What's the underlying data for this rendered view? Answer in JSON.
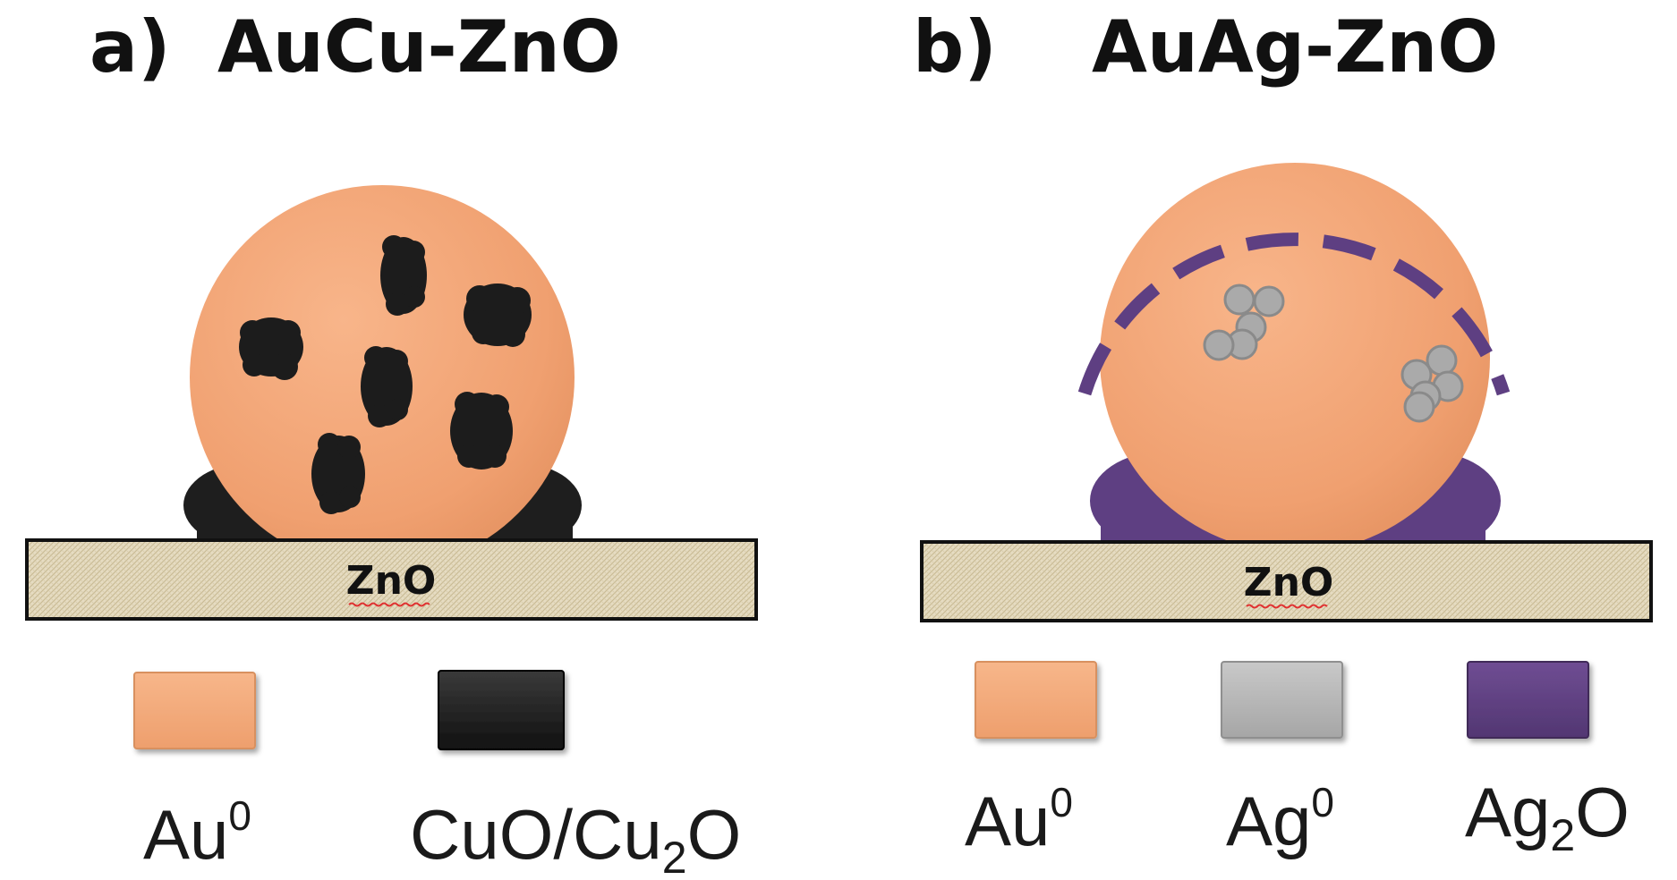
{
  "panels": [
    {
      "letter": "a)",
      "title": "AuCu-ZnO",
      "substrate_label": "ZnO",
      "legend": [
        {
          "base": "Au",
          "sup": "0",
          "sub": "",
          "rest": "",
          "color": "#f4a878"
        },
        {
          "base": "CuO/Cu",
          "sup": "",
          "sub": "2",
          "rest": "O",
          "color": "#1e1e1e"
        }
      ]
    },
    {
      "letter": "b)",
      "title": "AuAg-ZnO",
      "substrate_label": "ZnO",
      "legend": [
        {
          "base": "Au",
          "sup": "0",
          "sub": "",
          "rest": "",
          "color": "#f4a878"
        },
        {
          "base": "Ag",
          "sup": "0",
          "sub": "",
          "rest": "",
          "color": "#b5b5b5"
        },
        {
          "base": "Ag",
          "sup": "",
          "sub": "2",
          "rest": "O",
          "color": "#5e3f82"
        }
      ]
    }
  ],
  "colors": {
    "au": "#f4a878",
    "cu_oxide": "#1e1e1e",
    "ag": "#b5b5b5",
    "ag_oxide": "#5e3f82",
    "zno": "#e6dcc2"
  }
}
